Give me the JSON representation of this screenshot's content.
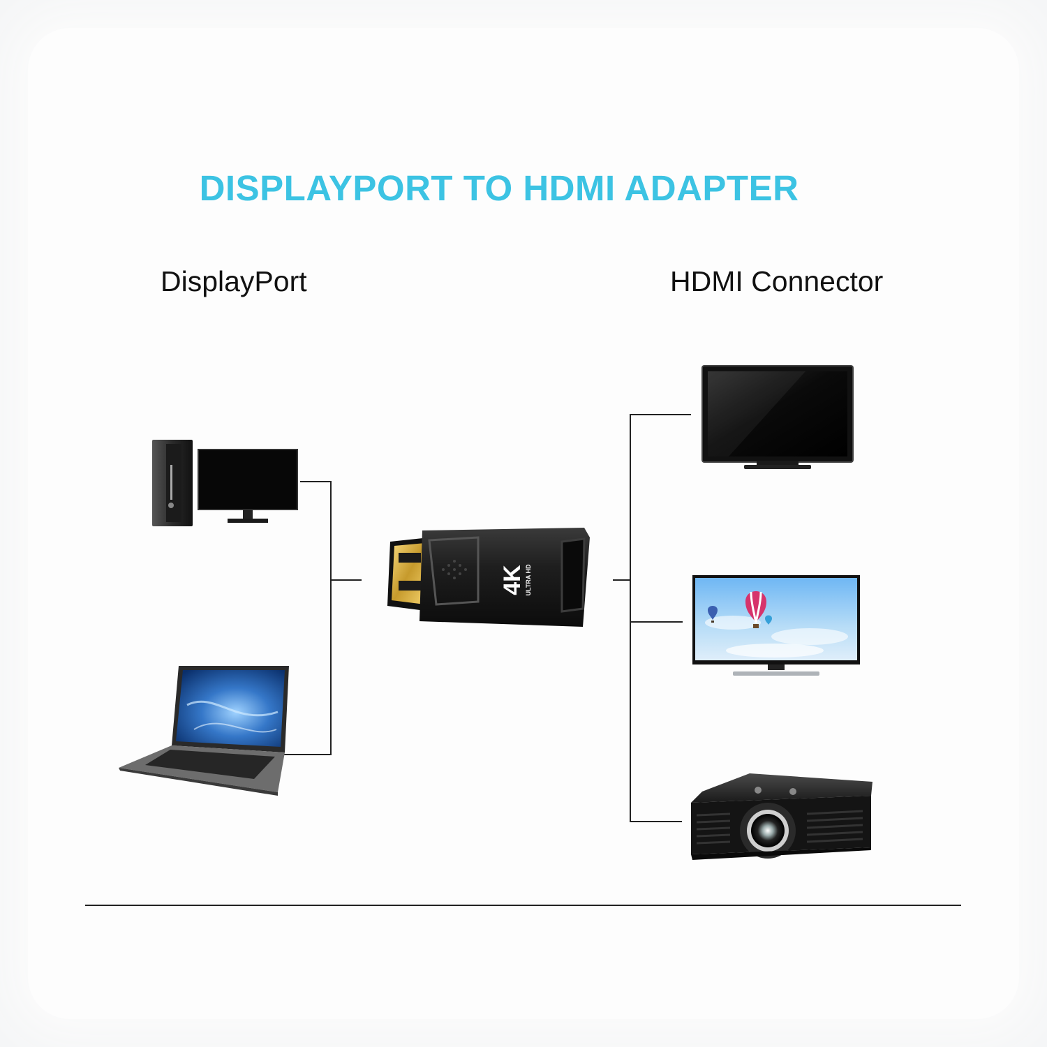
{
  "title": "DISPLAYPORT TO HDMI ADAPTER",
  "labels": {
    "source": "DisplayPort",
    "output": "HDMI Connector"
  },
  "adapter": {
    "badge": "4K",
    "sub_badge": "ULTRA HD"
  },
  "sources": [
    "desktop-computer",
    "laptop"
  ],
  "outputs": [
    "monitor-tv",
    "led-tv",
    "projector"
  ],
  "colors": {
    "title": "#3cc3e3",
    "wire": "#222222"
  }
}
